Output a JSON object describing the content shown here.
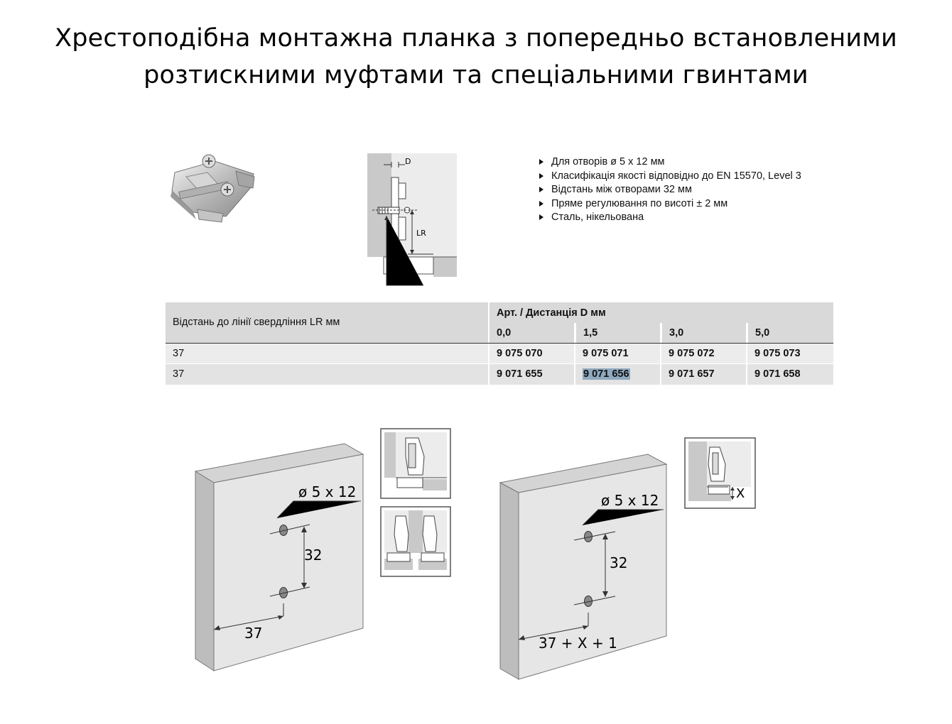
{
  "title": {
    "line1": "Хрестоподібна монтажна планка з попередньо встановленими",
    "line2": "розтискними муфтами та спеціальними гвинтами"
  },
  "features": [
    "Для отворів ø 5 x 12 мм",
    "Класифікація якості відповідно до EN 15570, Level 3",
    "Відстань між отворами 32 мм",
    "Пряме регулювання по висоті ± 2 мм",
    "Сталь, нікельована"
  ],
  "section_diagram": {
    "d_label": "D",
    "lr_label": "LR",
    "hole_label": "ø 5 x 12"
  },
  "table": {
    "row_header": "Відстань до лінії свердління LR мм",
    "group_header": "Арт. / Дистанція D мм",
    "columns": [
      "0,0",
      "1,5",
      "3,0",
      "5,0"
    ],
    "rows": [
      {
        "lr": "37",
        "articles": [
          "9 075 070",
          "9 075 071",
          "9 075 072",
          "9 075 073"
        ]
      },
      {
        "lr": "37",
        "articles": [
          "9 071 655",
          "9 071 656",
          "9 071 657",
          "9 071 658"
        ]
      }
    ],
    "highlight_color": "#8fa9bf"
  },
  "drilling_left": {
    "hole_label": "ø 5 x 12",
    "spacing_label": "32",
    "offset_label": "37"
  },
  "drilling_right": {
    "hole_label": "ø 5 x 12",
    "spacing_label": "32",
    "offset_label": "37 + X + 1",
    "x_label": "X"
  },
  "colors": {
    "panel_front": "#e6e6e6",
    "panel_side": "#bdbdbd",
    "panel_top": "#d4d4d4",
    "wall_gray": "#c9c9c9"
  }
}
